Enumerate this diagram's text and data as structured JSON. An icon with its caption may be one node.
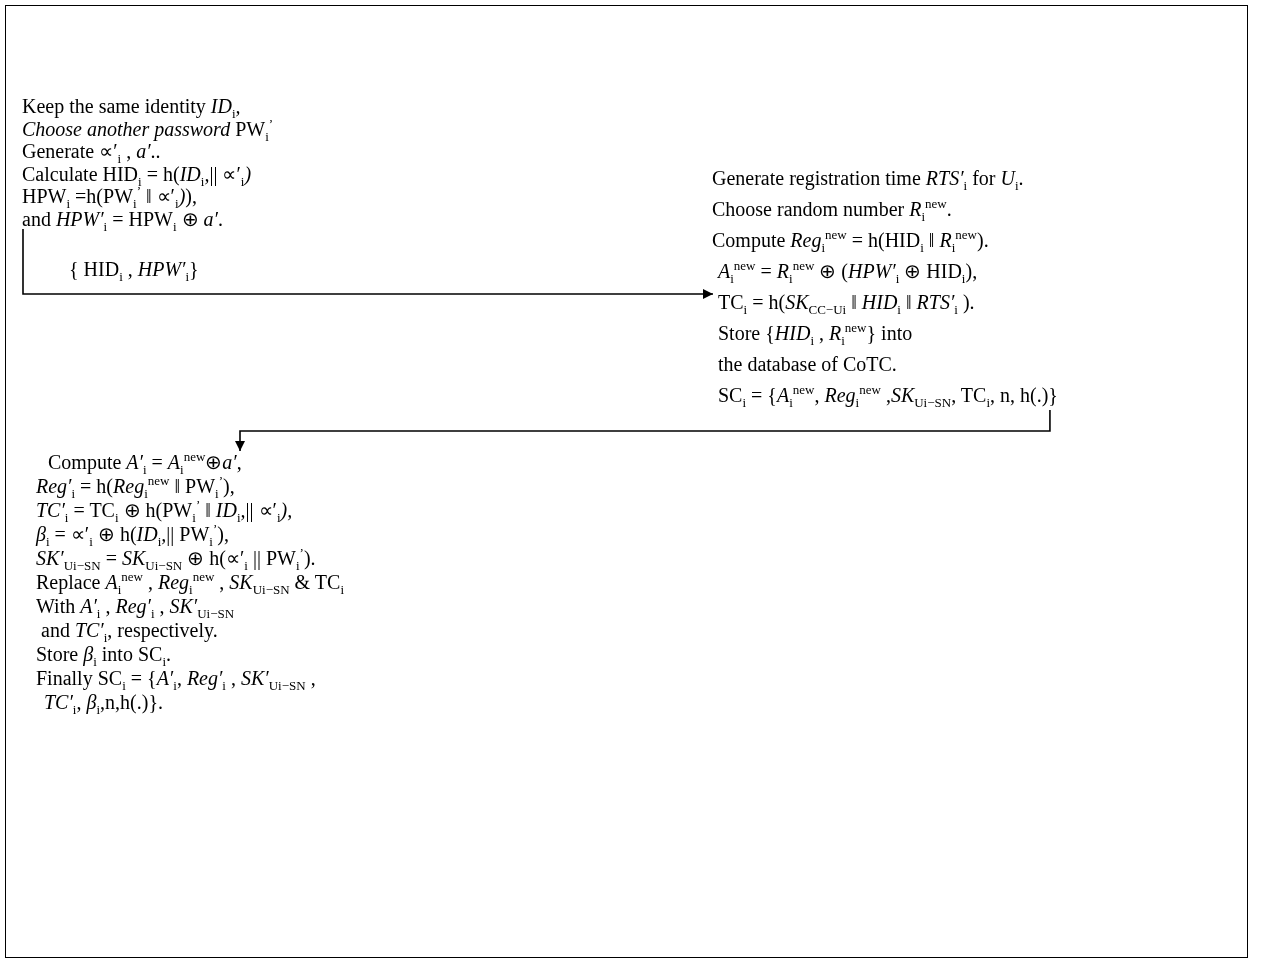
{
  "diagram": {
    "nodes": [
      {
        "text": [
          "Keep the same identity *ID*$_{i}$*,*",
          "*Choose another password* PW$_{i}$$^{’}$",
          "Generate ∝′$_{i}$ , *a′*..",
          "Calculate HID$_{i}$ = h(*ID*$_{i}$*,*|| ∝′$_{i}$*)*",
          "HPW$_{i}$ =h(PW$_{i}$$^{’}$ ‖ ∝′$_{i}$*)*),",
          "and *HPW′*$_{i}$ = HPW$_{i}$ ⊕ *a′*."
        ]
      },
      {
        "text": [
          "Generate registration time *RTS′*$_{i}$ for *U*$_{i}$.",
          "Choose random number *R*$_{i}$$^{new}$.",
          "Compute *Reg*$_{i}$$^{new}$ = h(HID$_{i}$ ‖ *R*$_{i}$$^{new}$).",
          "*A*$_{i}$$^{new}$ = *R*$_{i}$$^{new}$ ⊕ (*HPW′*$_{i}$ ⊕ HID$_{i}$),",
          "TC$_{i}$ = h(*SK*$_{CC−Ui}$ ‖ *HID*$_{i}$ ‖ *RTS′*$_{i}$ ).",
          "Store {*HID*$_{i}$ , *R*$_{i}$$^{new}$} into",
          "the database of CoTC.",
          "SC$_{i}$ = {*A*$_{i}$$^{new}$, *Reg*$_{i}$$^{new}$ ,*SK*$_{Ui−SN}$, TC$_{i}$, n, h(.)}"
        ]
      },
      {
        "text": [
          "Compute *A′*$_{i}$ = *A*$_{i}$$^{new}$⊕*a′*,",
          "*Reg′*$_{i}$ = h(*Reg*$_{i}$$^{new}$ ‖ PW$_{i}$$^{’}$),",
          "*TC′*$_{i}$ = TC$_{i}$ ⊕ h(PW$_{i}$$^{’}$ ‖ *ID*$_{i}$*,*|| ∝′$_{i}$*),*",
          "*β*$_{i}$ = ∝′$_{i}$ ⊕ h(*ID*$_{i}$*,*|| PW$_{i}$$^{’}$),",
          "*SK′*$_{Ui−SN}$ = *SK*$_{Ui−SN}$ ⊕ h(∝′$_{i}$ || PW$_{i}$$^{’}$).",
          "Replace *A*$_{i}$$^{new}$ , *Reg*$_{i}$$^{new}$ , *SK*$_{Ui−SN}$ & TC$_{i}$",
          "With *A′*$_{i}$ , *Reg′*$_{i}$ , *SK′*$_{Ui−SN}$",
          "and *TC′*$_{i}$, respectively.",
          "Store *β*$_{i}$ into SC$_{i}$.",
          "Finally SC$_{i}$ = {*A′*$_{i}$, *Reg′*$_{i}$ , *SK′*$_{Ui−SN}$ ,",
          "*TC′*$_{i}$, *β*$_{i}$,n,h(.)}."
        ]
      }
    ],
    "edges": [
      {
        "from": 0,
        "to": 1,
        "arrow": "to",
        "label": "{ HID$_{i}$ , *HPW′*$_{i}$}"
      },
      {
        "from": 1,
        "to": 2,
        "arrow": "to"
      }
    ]
  }
}
